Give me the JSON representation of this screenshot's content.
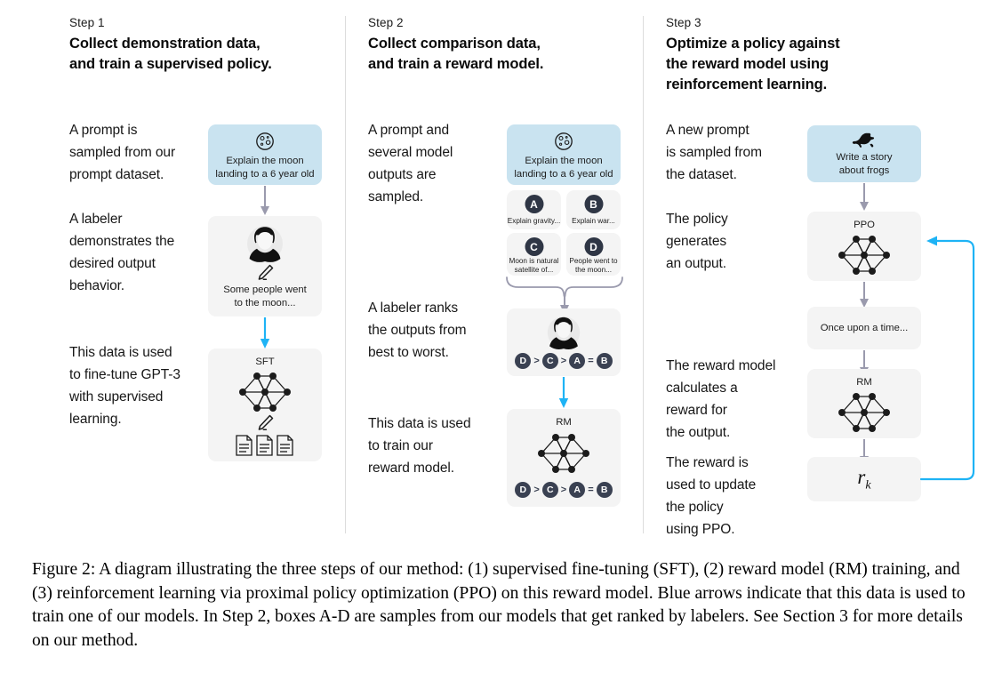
{
  "figure": {
    "caption": "Figure 2: A diagram illustrating the three steps of our method: (1) supervised fine-tuning (SFT), (2) reward model (RM) training, and (3) reinforcement learning via proximal policy optimization (PPO) on this reward model. Blue arrows indicate that this data is used to train one of our models. In Step 2, boxes A-D are samples from our models that get ranked by labelers. See Section 3 for more details on our method."
  },
  "colors": {
    "prompt_box": "#c9e3f0",
    "neutral_box": "#f4f4f4",
    "blue_arrow": "#1eb3f5",
    "gray_arrow": "#9a9aad",
    "chip": "#3a4152",
    "divider": "#dcdcdc"
  },
  "steps": [
    {
      "label": "Step 1",
      "title": "Collect demonstration data,\nand train a supervised policy.",
      "paragraphs": [
        "A prompt is\nsampled from our\nprompt dataset.",
        "A labeler\ndemonstrates the\ndesired output\nbehavior.",
        "This data is used\nto fine-tune GPT-3\nwith supervised\nlearning."
      ],
      "boxes": [
        {
          "name": "prompt-box",
          "icon": "moon-icon",
          "text": "Explain the moon\nlanding to a 6 year old",
          "style": "blue"
        },
        {
          "name": "labeler-demo-box",
          "icon": "labeler-icon",
          "text": "Some people went\nto the moon...",
          "style": "neutral"
        },
        {
          "name": "sft-box",
          "caption": "SFT",
          "icon": "neural-network-icon",
          "text": "",
          "style": "neutral"
        }
      ]
    },
    {
      "label": "Step 2",
      "title": "Collect comparison data,\nand train a reward model.",
      "paragraphs": [
        "A prompt and\nseveral model\noutputs are\nsampled.",
        "A labeler ranks\nthe outputs from\nbest to worst.",
        "This data is used\nto train our\nreward model."
      ],
      "boxes": [
        {
          "name": "prompt-box",
          "icon": "moon-icon",
          "text": "Explain the moon\nlanding to a 6 year old",
          "style": "blue"
        },
        {
          "name": "labeler-rank-box",
          "icon": "labeler-icon",
          "ranking": "D > C > A = B",
          "style": "neutral"
        },
        {
          "name": "rm-box",
          "caption": "RM",
          "icon": "neural-network-icon",
          "ranking": "D > C > A = B",
          "style": "neutral"
        }
      ],
      "samples": [
        {
          "letter": "A",
          "text": "Explain gravity..."
        },
        {
          "letter": "B",
          "text": "Explain war..."
        },
        {
          "letter": "C",
          "text": "Moon is natural\nsatellite of..."
        },
        {
          "letter": "D",
          "text": "People went to\nthe moon..."
        }
      ],
      "ranking_tokens": [
        "D",
        ">",
        "C",
        ">",
        "A",
        "=",
        "B"
      ]
    },
    {
      "label": "Step 3",
      "title": "Optimize a policy against\nthe reward model using\nreinforcement learning.",
      "paragraphs": [
        "A new prompt\nis sampled from\nthe dataset.",
        "The policy\ngenerates\nan output.",
        "The reward model\ncalculates a\nreward for\nthe output.",
        "The reward is\nused to update\nthe policy\nusing PPO."
      ],
      "boxes": [
        {
          "name": "prompt-box",
          "icon": "frog-icon",
          "text": "Write a story\nabout frogs",
          "style": "blue"
        },
        {
          "name": "ppo-box",
          "caption": "PPO",
          "icon": "neural-network-icon",
          "style": "neutral"
        },
        {
          "name": "output-box",
          "text": "Once upon a time...",
          "style": "neutral"
        },
        {
          "name": "rm-box",
          "caption": "RM",
          "icon": "neural-network-icon",
          "style": "neutral"
        },
        {
          "name": "reward-box",
          "reward_symbol": "r",
          "reward_subscript": "k",
          "style": "neutral"
        }
      ]
    }
  ]
}
